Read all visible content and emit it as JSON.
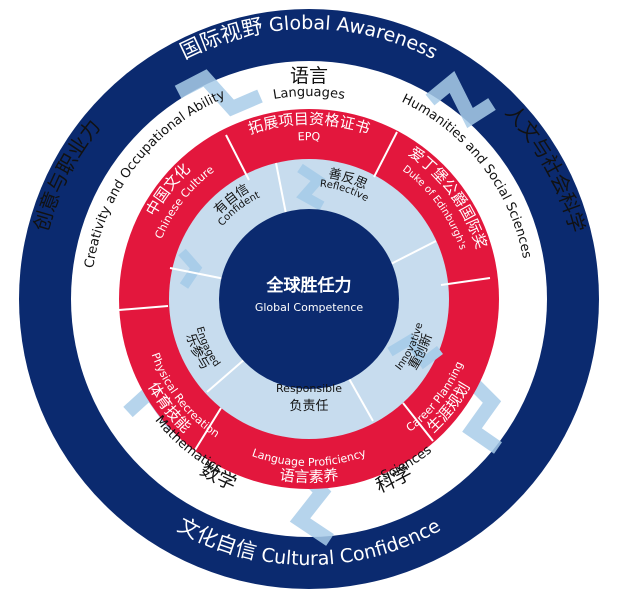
{
  "colors": {
    "navy": "#0b2a6f",
    "red": "#e3173d",
    "light_blue": "#c7dcee",
    "zigzag_blue": "#a9cde9",
    "white": "#ffffff",
    "text_dark": "#111111"
  },
  "outer_ring": {
    "top_cn": "国际视野",
    "top_en": "Global Awareness",
    "bottom_cn": "文化自信",
    "bottom_en": "Cultural Confidence"
  },
  "subjects": {
    "languages_cn": "语言",
    "languages_en": "Languages",
    "humanities_cn": "人文与社会科学",
    "humanities_en": "Humanities and Social Sciences",
    "sciences_cn": "科学",
    "sciences_en": "Sciences",
    "mathematics_cn": "数学",
    "mathematics_en": "Mathematics",
    "creativity_cn": "创意与职业力",
    "creativity_en": "Creativity and Occupational Ability"
  },
  "programmes": {
    "epq_cn": "拓展项目资格证书",
    "epq_en": "EPQ",
    "duke_cn": "爱丁堡公爵国际奖",
    "duke_en": "Duke of Edinburgh's",
    "career_cn": "生涯规划",
    "career_en": "Career Planning",
    "language_cn": "语言素养",
    "language_en": "Language Proficiency",
    "physical_cn": "体育技能",
    "physical_en": "Physical Recreation",
    "chinese_cn": "中国文化",
    "chinese_en": "Chinese Culture"
  },
  "attributes": {
    "reflective_cn": "善反思",
    "reflective_en": "Reflective",
    "innovative_cn": "重创新",
    "innovative_en": "Innovative",
    "responsible_cn": "负责任",
    "responsible_en": "Responsible",
    "engaged_cn": "乐参与",
    "engaged_en": "Engaged",
    "confident_cn": "有自信",
    "confident_en": "Confident"
  },
  "center": {
    "cn": "全球胜任力",
    "en": "Global Competence"
  }
}
